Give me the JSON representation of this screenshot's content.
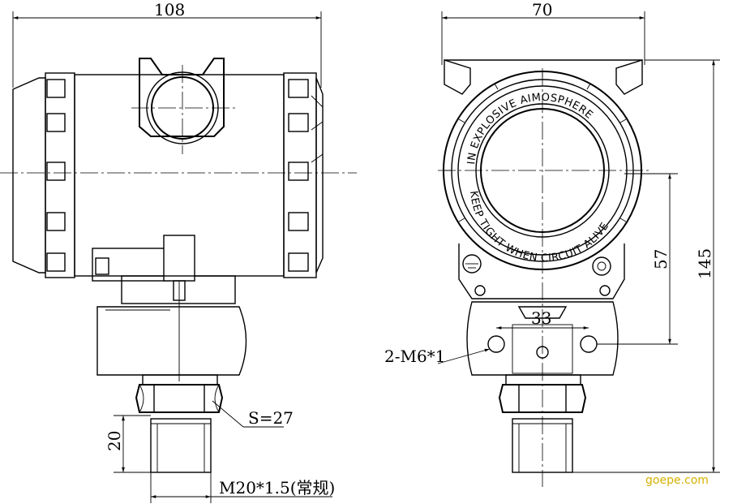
{
  "dimensions": {
    "side_width": "108",
    "front_width": "70",
    "height_total": "145",
    "height_upper": "57",
    "thread_length": "20",
    "mount_spacing": "33"
  },
  "callouts": {
    "mount_holes": "2-M6*1",
    "hex_size": "S=27",
    "thread_spec": "M20*1.5(常规)"
  },
  "ring_text": {
    "outer": "IN EXPLOSIVE AIMOSPHERE",
    "inner": "KEEP TIGHT WHEN CIRCUIT ALIVE"
  },
  "watermark": "goepe.com"
}
